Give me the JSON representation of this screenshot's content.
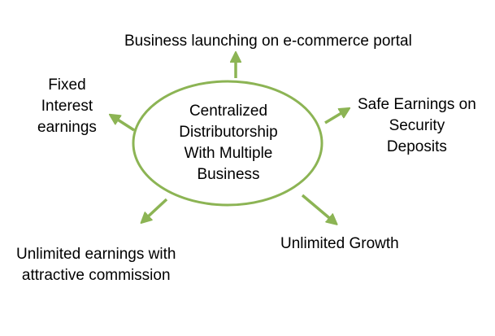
{
  "diagram": {
    "center": {
      "lines": [
        "Centralized",
        "Distributorship",
        "With Multiple",
        "Business"
      ]
    },
    "nodes": {
      "top": "Business launching on e-commerce portal",
      "left": [
        "Fixed",
        "Interest",
        "earnings"
      ],
      "right": [
        "Safe Earnings on",
        "Security",
        "Deposits"
      ],
      "bottom_left": [
        "Unlimited earnings with",
        "attractive commission"
      ],
      "bottom_right": "Unlimited Growth"
    },
    "colors": {
      "accent": "#8cb454",
      "text": "#000000"
    }
  }
}
